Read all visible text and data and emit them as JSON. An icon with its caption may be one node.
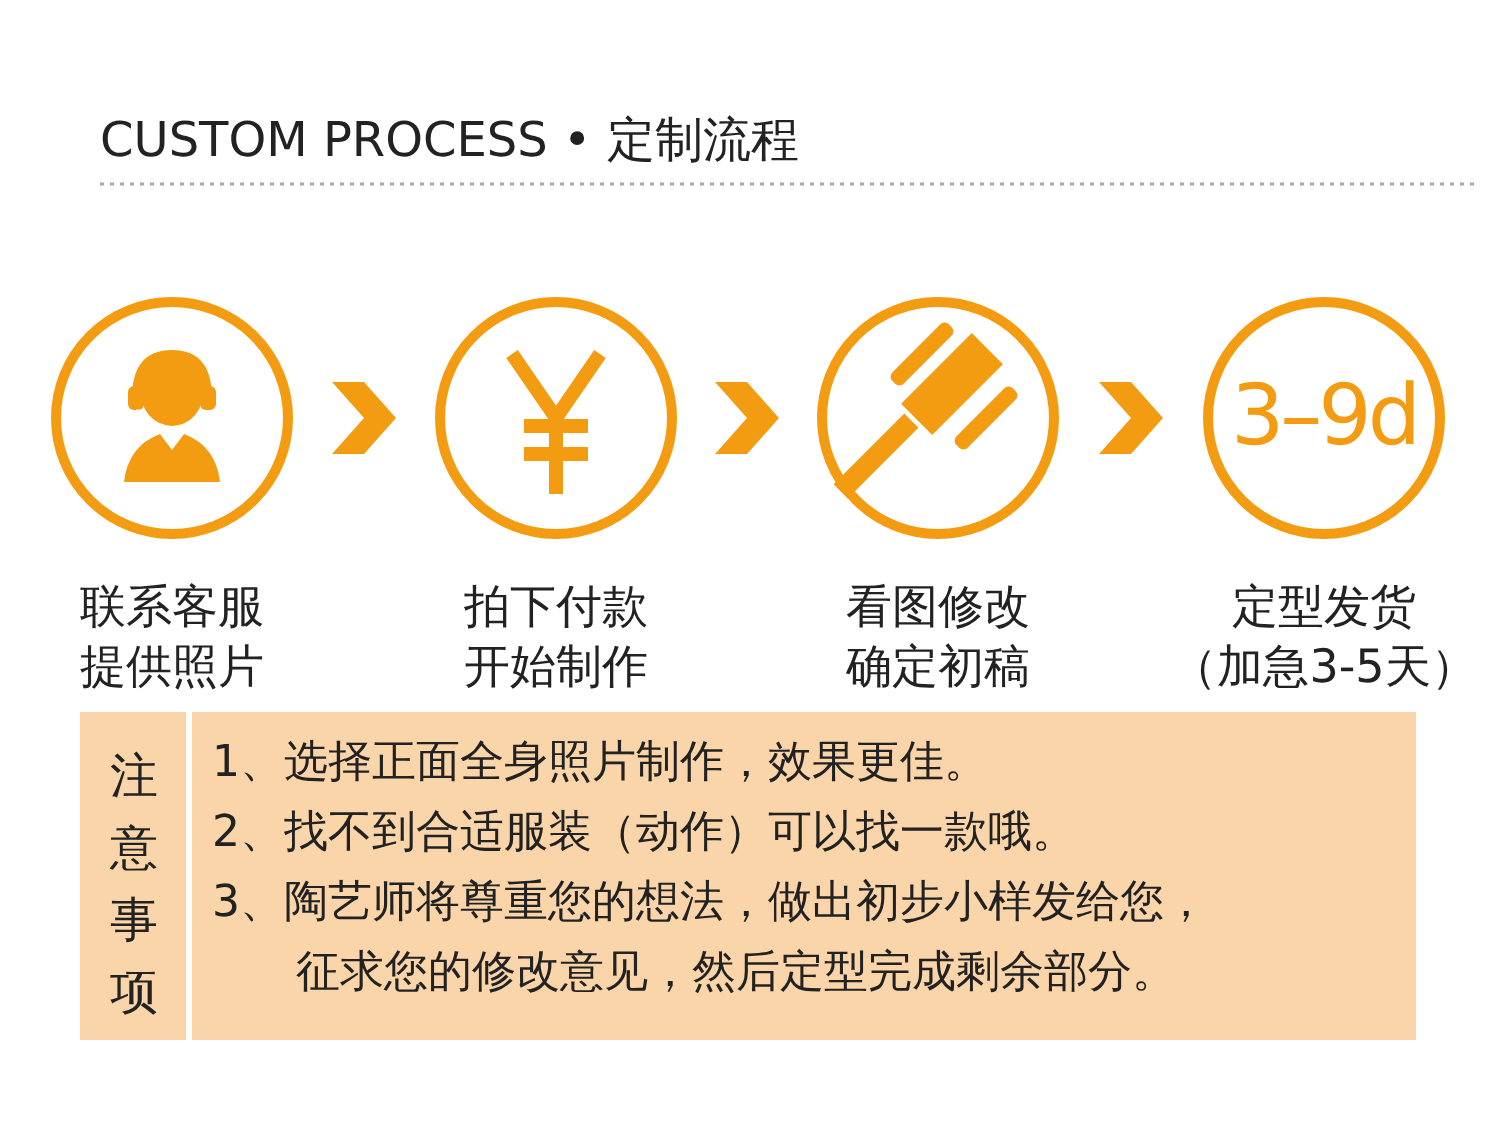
{
  "diagram": {
    "title": "CUSTOM PROCESS • 定制流程",
    "nodes": [
      {
        "text": [
          "联系客服提供照片"
        ]
      },
      {
        "text": [
          "拍下付款开始制作"
        ]
      },
      {
        "text": [
          "看图修改确定初稿"
        ]
      },
      {
        "text": [
          "3–9d",
          "定型发货（加急3-5天）"
        ]
      },
      {
        "text": [
          "注意事项",
          "1、选择正面全身照片制作，效果更佳。",
          "2、找不到合适服装（动作）可以找一款哦。",
          "3、陶艺师将尊重您的想法，做出初步小样发给您，征求您的修改意见，然后定型完成剩余部分。"
        ]
      }
    ],
    "edges": [
      {
        "from": 0,
        "to": 1,
        "arrow": "to"
      },
      {
        "from": 1,
        "to": 2,
        "arrow": "to"
      },
      {
        "from": 2,
        "to": 3,
        "arrow": "to"
      }
    ]
  }
}
